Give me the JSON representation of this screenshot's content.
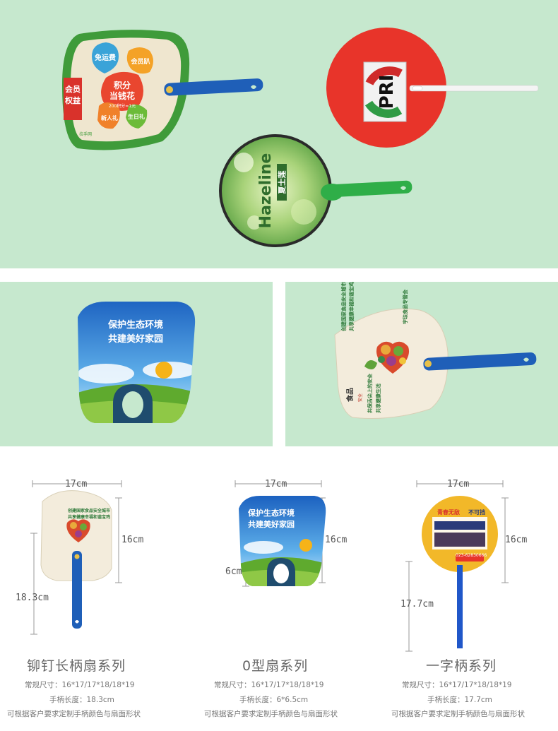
{
  "top": {
    "fan1": {
      "rights_title_line1": "会员",
      "rights_title_line2": "权益",
      "free_shipping": "免运费",
      "member_day": "会员趴",
      "points_line1": "积分",
      "points_line2": "当钱花",
      "points_note": "200积分=1元",
      "newcomer_gift": "新人礼",
      "birthday_gift": "生日礼",
      "brand": "拉手网"
    },
    "fan2": {
      "letters": "PRI"
    },
    "fan3": {
      "brand_en": "Hazeline",
      "brand_cn": "夏士莲"
    }
  },
  "middle": {
    "left": {
      "line1": "保护生态环境",
      "line2": "共建美好家园"
    },
    "right": {
      "line1": "创建国家食品安全城市",
      "line2": "共享健康幸福和谐宝鸡",
      "line3": "宇珐食品专管会",
      "logo_line1": "食品",
      "logo_line2": "安全",
      "col_text": "共保舌尖上的安全",
      "col_text2": "共享健康生活"
    }
  },
  "bottom": {
    "series": [
      {
        "width_label": "17cm",
        "height_label": "16cm",
        "handle_label": "18.3cm",
        "title": "铆钉长柄扇系列",
        "spec1": "常规尺寸：16*17/17*18/18*19",
        "spec2": "手柄长度：18.3cm",
        "spec3": "可根据客户要求定制手柄颜色与扇面形状",
        "fan_line1": "创建国家食品安全城市",
        "fan_line2": "共享健康幸福和谐宝鸡"
      },
      {
        "width_label": "17cm",
        "height_label": "16cm",
        "handle_label": "6cm",
        "title": "0型扇系列",
        "spec1": "常规尺寸：16*17/17*18/18*19",
        "spec2": "手柄长度：6*6.5cm",
        "spec3": "可根据客户要求定制手柄颜色与扇面形状",
        "fan_line1": "保护生态环境",
        "fan_line2": "共建美好家园"
      },
      {
        "width_label": "17cm",
        "height_label": "16cm",
        "handle_label": "17.7cm",
        "title": "一字柄系列",
        "spec1": "常规尺寸：16*17/17*18/18*19",
        "spec2": "手柄长度：17.7cm",
        "spec3": "可根据客户要求定制手柄颜色与扇面形状",
        "fan_line1": "青春无敌",
        "fan_line2": "不可挡",
        "fan_phone": "023-62830666"
      }
    ]
  }
}
